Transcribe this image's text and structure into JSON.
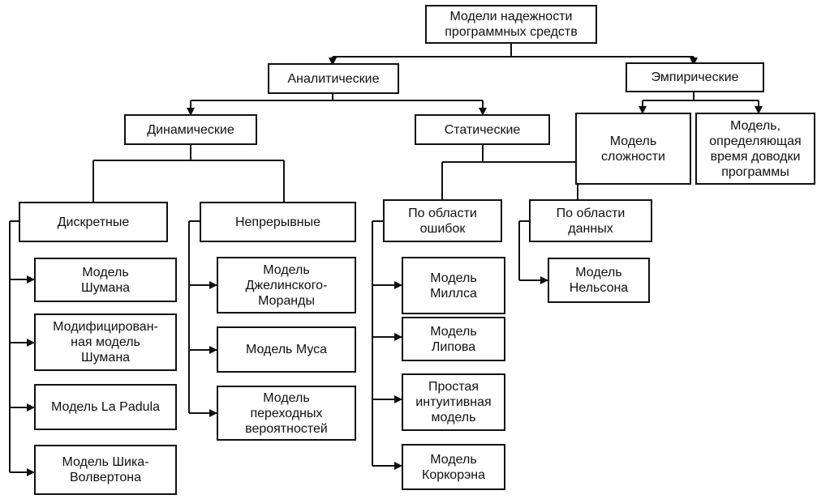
{
  "diagram": {
    "root": "Модели надежности\nпрограммных средств",
    "analytic": "Аналитические",
    "empiric": "Эмпирические",
    "dynamic": "Динамические",
    "static": "Статические",
    "complexity_model": "Модель\nсложности",
    "debug_time_model": "Модель,\nопределяющая\nвремя доводки\nпрограммы",
    "discrete": "Дискретные",
    "continuous": "Непрерывные",
    "error_area": "По области\nошибок",
    "data_area": "По области\nданных",
    "shuman": "Модель\nШумана",
    "modified_shuman": "Модифицирован-\nная модель\nШумана",
    "la_padula": "Модель La Padula",
    "shick_wolverton": "Модель Шика-\nВолвертона",
    "jelinski_moranda": "Модель\nДжелинского-\nМоранды",
    "musa": "Модель Муса",
    "transition_probabilities": "Модель\nпереходных\nвероятностей",
    "mills": "Модель\nМиллса",
    "lipov": "Модель\nЛипова",
    "simple_intuitive": "Простая\nинтуитивная\nмодель",
    "corcoran": "Модель\nКоркорэна",
    "nelson": "Модель\nНельсона"
  }
}
